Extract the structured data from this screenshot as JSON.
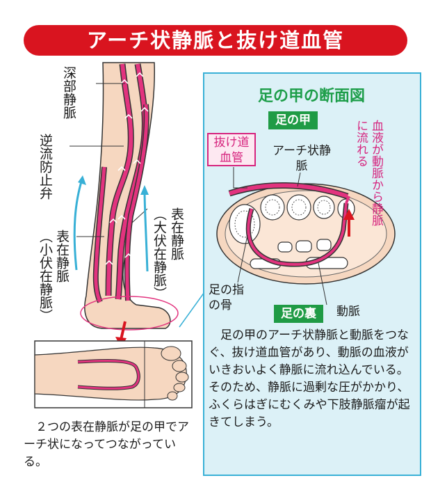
{
  "banner_title": "アーチ状静脈と抜け道血管",
  "labels": {
    "deep_vein": "深部静脈",
    "valve": "逆流防止弁",
    "superficial_right_1": "表在静脈",
    "superficial_right_2": "（大伏在静脈）",
    "superficial_left_1": "表在静脈",
    "superficial_left_2": "（小伏在静脈）"
  },
  "panel": {
    "title": "足の甲の断面図",
    "instep_badge": "足の甲",
    "sole_badge": "足の裏",
    "bypass_vessel": "抜け道血管",
    "arch_vein": "アーチ状静脈",
    "blood_flow": "血液が動脈から静脈に流れる",
    "toe_bone": "足の指の骨",
    "artery": "動脈",
    "description": "足の甲のアーチ状静脈と動脈をつなぐ、抜け道血管があり、動脈の血液がいきおいよく静脈に流れ込んでいる。そのため、静脈に過剰な圧がかかり、ふくらはぎにむくみや下肢静脈瘤が起きてしまう。"
  },
  "caption": "２つの表在静脈が足の甲でアーチ状になってつながっている。",
  "colors": {
    "red": "#d9141f",
    "pink": "#d6247e",
    "green": "#1f9b45",
    "blue": "#38b0d6",
    "skin": "#f6d7c0"
  }
}
